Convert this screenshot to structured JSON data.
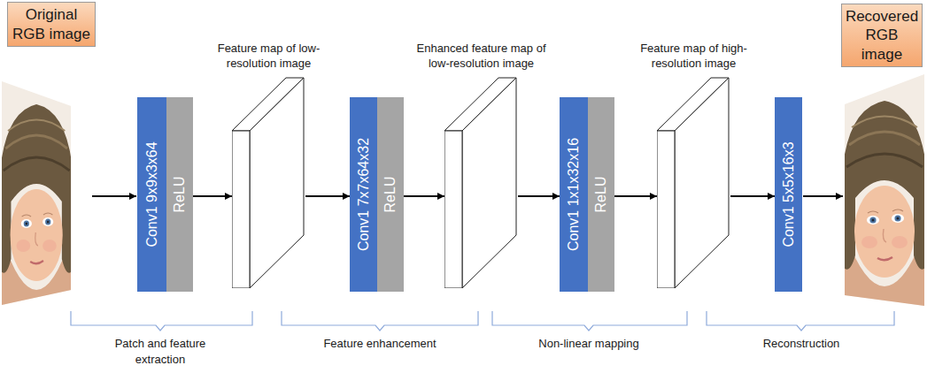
{
  "diagram": {
    "nodes": [
      {
        "text": [
          "Original RGB image"
        ]
      },
      {
        "text": [
          "Conv1 9x9x3x64"
        ]
      },
      {
        "text": [
          "ReLU"
        ]
      },
      {
        "text": [
          "Feature map of low-resolution image"
        ]
      },
      {
        "text": [
          "Conv1 7x7x64x32"
        ]
      },
      {
        "text": [
          "ReLU"
        ]
      },
      {
        "text": [
          "Enhanced feature map of low-resolution image"
        ]
      },
      {
        "text": [
          "Conv1 1x1x32x16"
        ]
      },
      {
        "text": [
          "ReLU"
        ]
      },
      {
        "text": [
          "Feature map of high-resolution image"
        ]
      },
      {
        "text": [
          "Conv1 5x5x16x3"
        ]
      },
      {
        "text": [
          "Recovered RGB image"
        ]
      }
    ],
    "edges": [
      {
        "from": 2,
        "to": 3,
        "arrow": "to"
      },
      {
        "from": 3,
        "to": 4,
        "arrow": "to"
      },
      {
        "from": 5,
        "to": 6,
        "arrow": "to"
      },
      {
        "from": 6,
        "to": 7,
        "arrow": "to"
      },
      {
        "from": 8,
        "to": 9,
        "arrow": "to"
      },
      {
        "from": 9,
        "to": 10,
        "arrow": "to"
      }
    ],
    "labels": [
      "Patch and feature extraction",
      "Feature enhancement",
      "Non-linear mapping",
      "Reconstruction"
    ]
  }
}
